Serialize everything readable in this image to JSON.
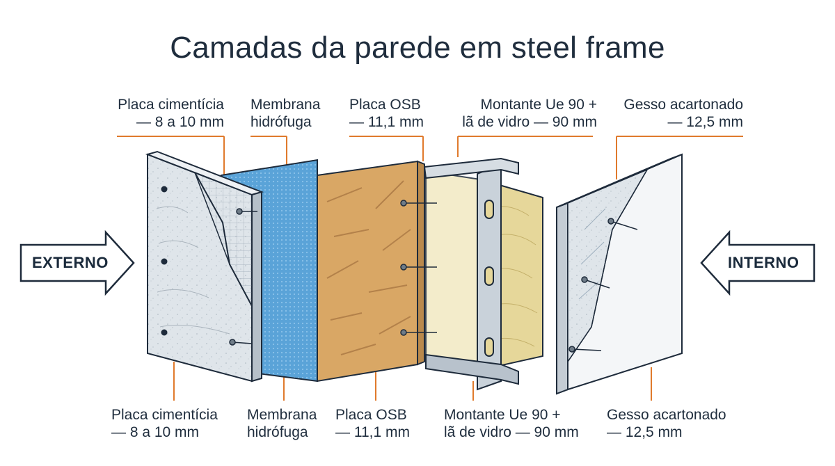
{
  "title": "Camadas da parede em steel frame",
  "directions": {
    "left": "EXTERNO",
    "right": "INTERNO"
  },
  "layers": [
    {
      "name": "Placa cimentícia",
      "spec": "— 8 a 10 mm"
    },
    {
      "name": "Membrana",
      "spec": "hidrófuga"
    },
    {
      "name": "Placa OSB",
      "spec": "— 11,1 mm"
    },
    {
      "name": "Montante Ue 90 +",
      "spec": "lã de vidro — 90 mm"
    },
    {
      "name": "Gesso acartonado",
      "spec": "— 12,5 mm"
    }
  ],
  "colors": {
    "leader": "#e07a2c",
    "outline": "#1e2b3b",
    "cement": "#dfe5ea",
    "membrane": "#5aa3d8",
    "osb": "#d9a765",
    "insulation": "#e6d79a",
    "steel": "#c9d2da",
    "gypsum": "#f4f6f8"
  }
}
